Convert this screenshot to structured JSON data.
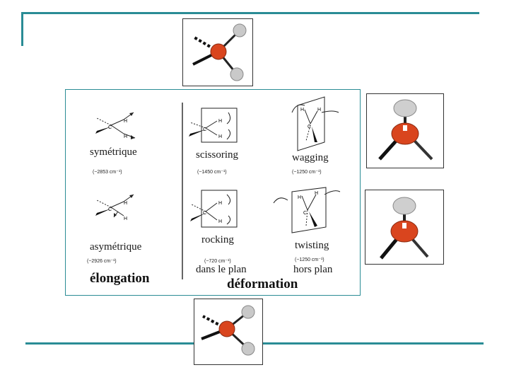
{
  "stretching": {
    "symmetric": {
      "label": "symétrique",
      "freq": "(~2853 cm⁻¹)"
    },
    "asymmetric": {
      "label": "asymétrique",
      "freq": "(~2926 cm⁻¹)"
    },
    "title": "élongation"
  },
  "bending": {
    "scissoring": {
      "label": "scissoring",
      "freq": "(~1450 cm⁻¹)"
    },
    "wagging": {
      "label": "wagging",
      "freq": "(~1250 cm⁻¹)"
    },
    "rocking": {
      "label": "rocking",
      "freq": "(~720 cm⁻¹)"
    },
    "twisting": {
      "label": "twisting",
      "freq": "(~1250 cm⁻¹)"
    },
    "in_plane": "dans le plan",
    "out_of_plane": "hors plan",
    "title": "déformation"
  },
  "atoms": {
    "carbon": "C",
    "hydrogen": "H"
  },
  "colors": {
    "accent": "#2a8c95",
    "carbon": "#d9451e",
    "hydrogen": "#b8b8b8"
  }
}
